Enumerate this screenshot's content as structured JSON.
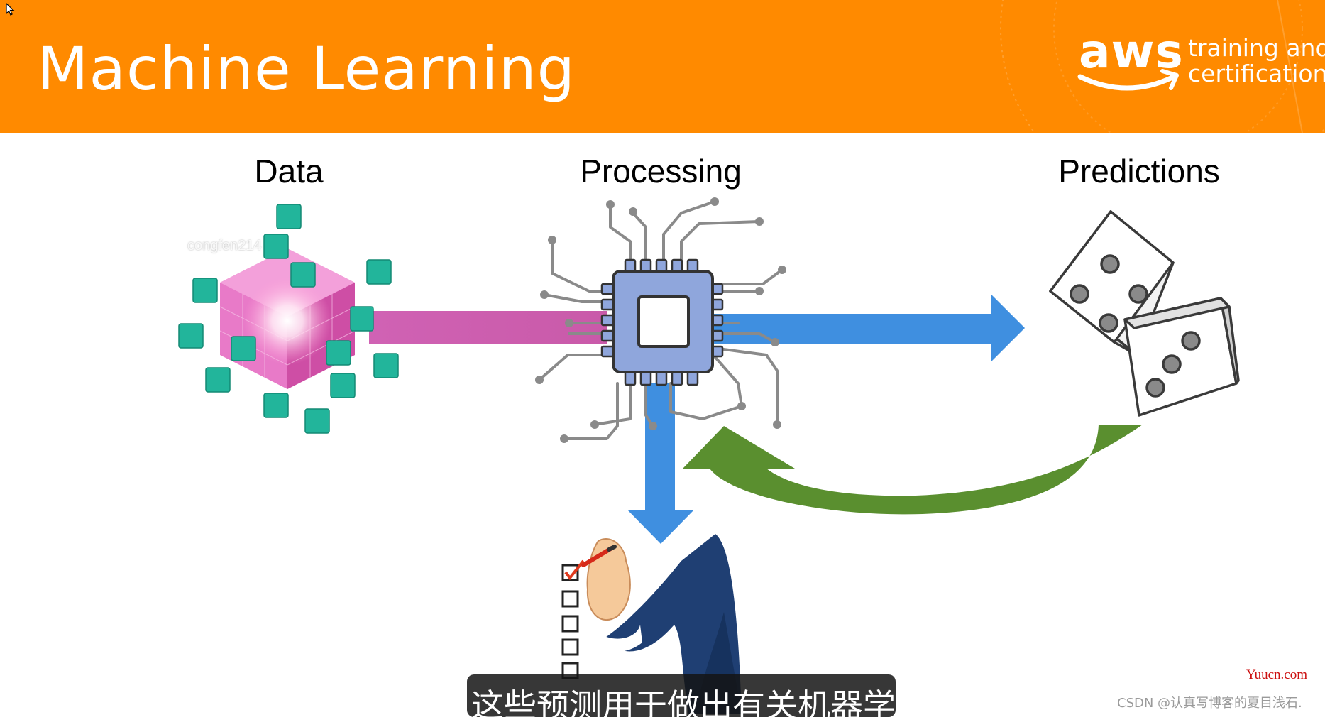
{
  "header": {
    "title": "Machine Learning",
    "logo_word": "aws",
    "logo_line1": "training and",
    "logo_line2": "certification"
  },
  "labels": {
    "data": "Data",
    "processing": "Processing",
    "predictions": "Predictions"
  },
  "watermark_text": "congfen214",
  "subtitle": "这些预测用于做出有关机器学习",
  "site_mark": "Yuucn.com",
  "csdn_mark": "CSDN @认真写博客的夏目浅石.",
  "colors": {
    "header": "#ff8a00",
    "pink_arrow": "#c95aa9",
    "blue_arrow": "#3f8fe0",
    "green_arrow": "#5a8f2f",
    "chip": "#8fa6dc",
    "cube": "#22b59b"
  },
  "icons": [
    "mouse-cursor-icon",
    "aws-smile-icon",
    "data-cube-icon",
    "cpu-chip-icon",
    "dice-icon",
    "checklist-icon",
    "hand-pen-icon"
  ]
}
